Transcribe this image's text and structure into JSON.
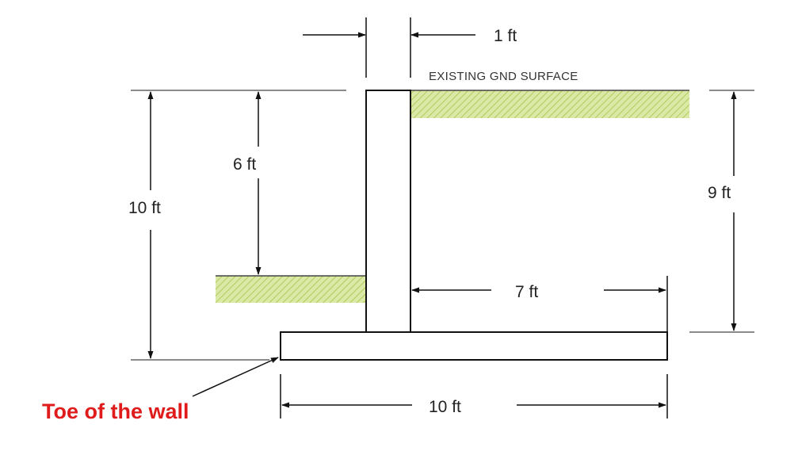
{
  "labels": {
    "stem_width": "1 ft",
    "ground_surface": "EXISTING GND SURFACE",
    "front_soil_depth": "6 ft",
    "total_height": "10 ft",
    "backfill_height": "9 ft",
    "heel_length": "7 ft",
    "base_width": "10 ft",
    "toe_callout": "Toe of the wall"
  },
  "colors": {
    "line": "#111111",
    "soil_fill": "#dbe9a6",
    "soil_hatch": "#a8c24a",
    "callout": "#e01b1b"
  }
}
